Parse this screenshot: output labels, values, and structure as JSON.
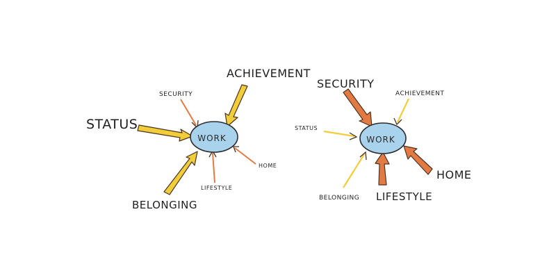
{
  "colors": {
    "hub_fill": "#a9d3ec",
    "hub_stroke": "#2b2b2b",
    "yellow_arrow": "#f1cd3a",
    "orange_arrow": "#e27a43",
    "arrow_outline": "#4a3320",
    "text": "#1f1f1f"
  },
  "diagrams": [
    {
      "hub_label": "WORK",
      "forces": {
        "status": "STATUS",
        "security": "SECURITY",
        "achievement": "ACHIEVEMENT",
        "belonging": "BELONGING",
        "lifestyle": "LIFESTYLE",
        "home": "HOME"
      }
    },
    {
      "hub_label": "WORK",
      "forces": {
        "status": "STATUS",
        "security": "SECURITY",
        "achievement": "ACHIEVEMENT",
        "belonging": "BELONGING",
        "lifestyle": "LIFESTYLE",
        "home": "HOME"
      }
    }
  ]
}
